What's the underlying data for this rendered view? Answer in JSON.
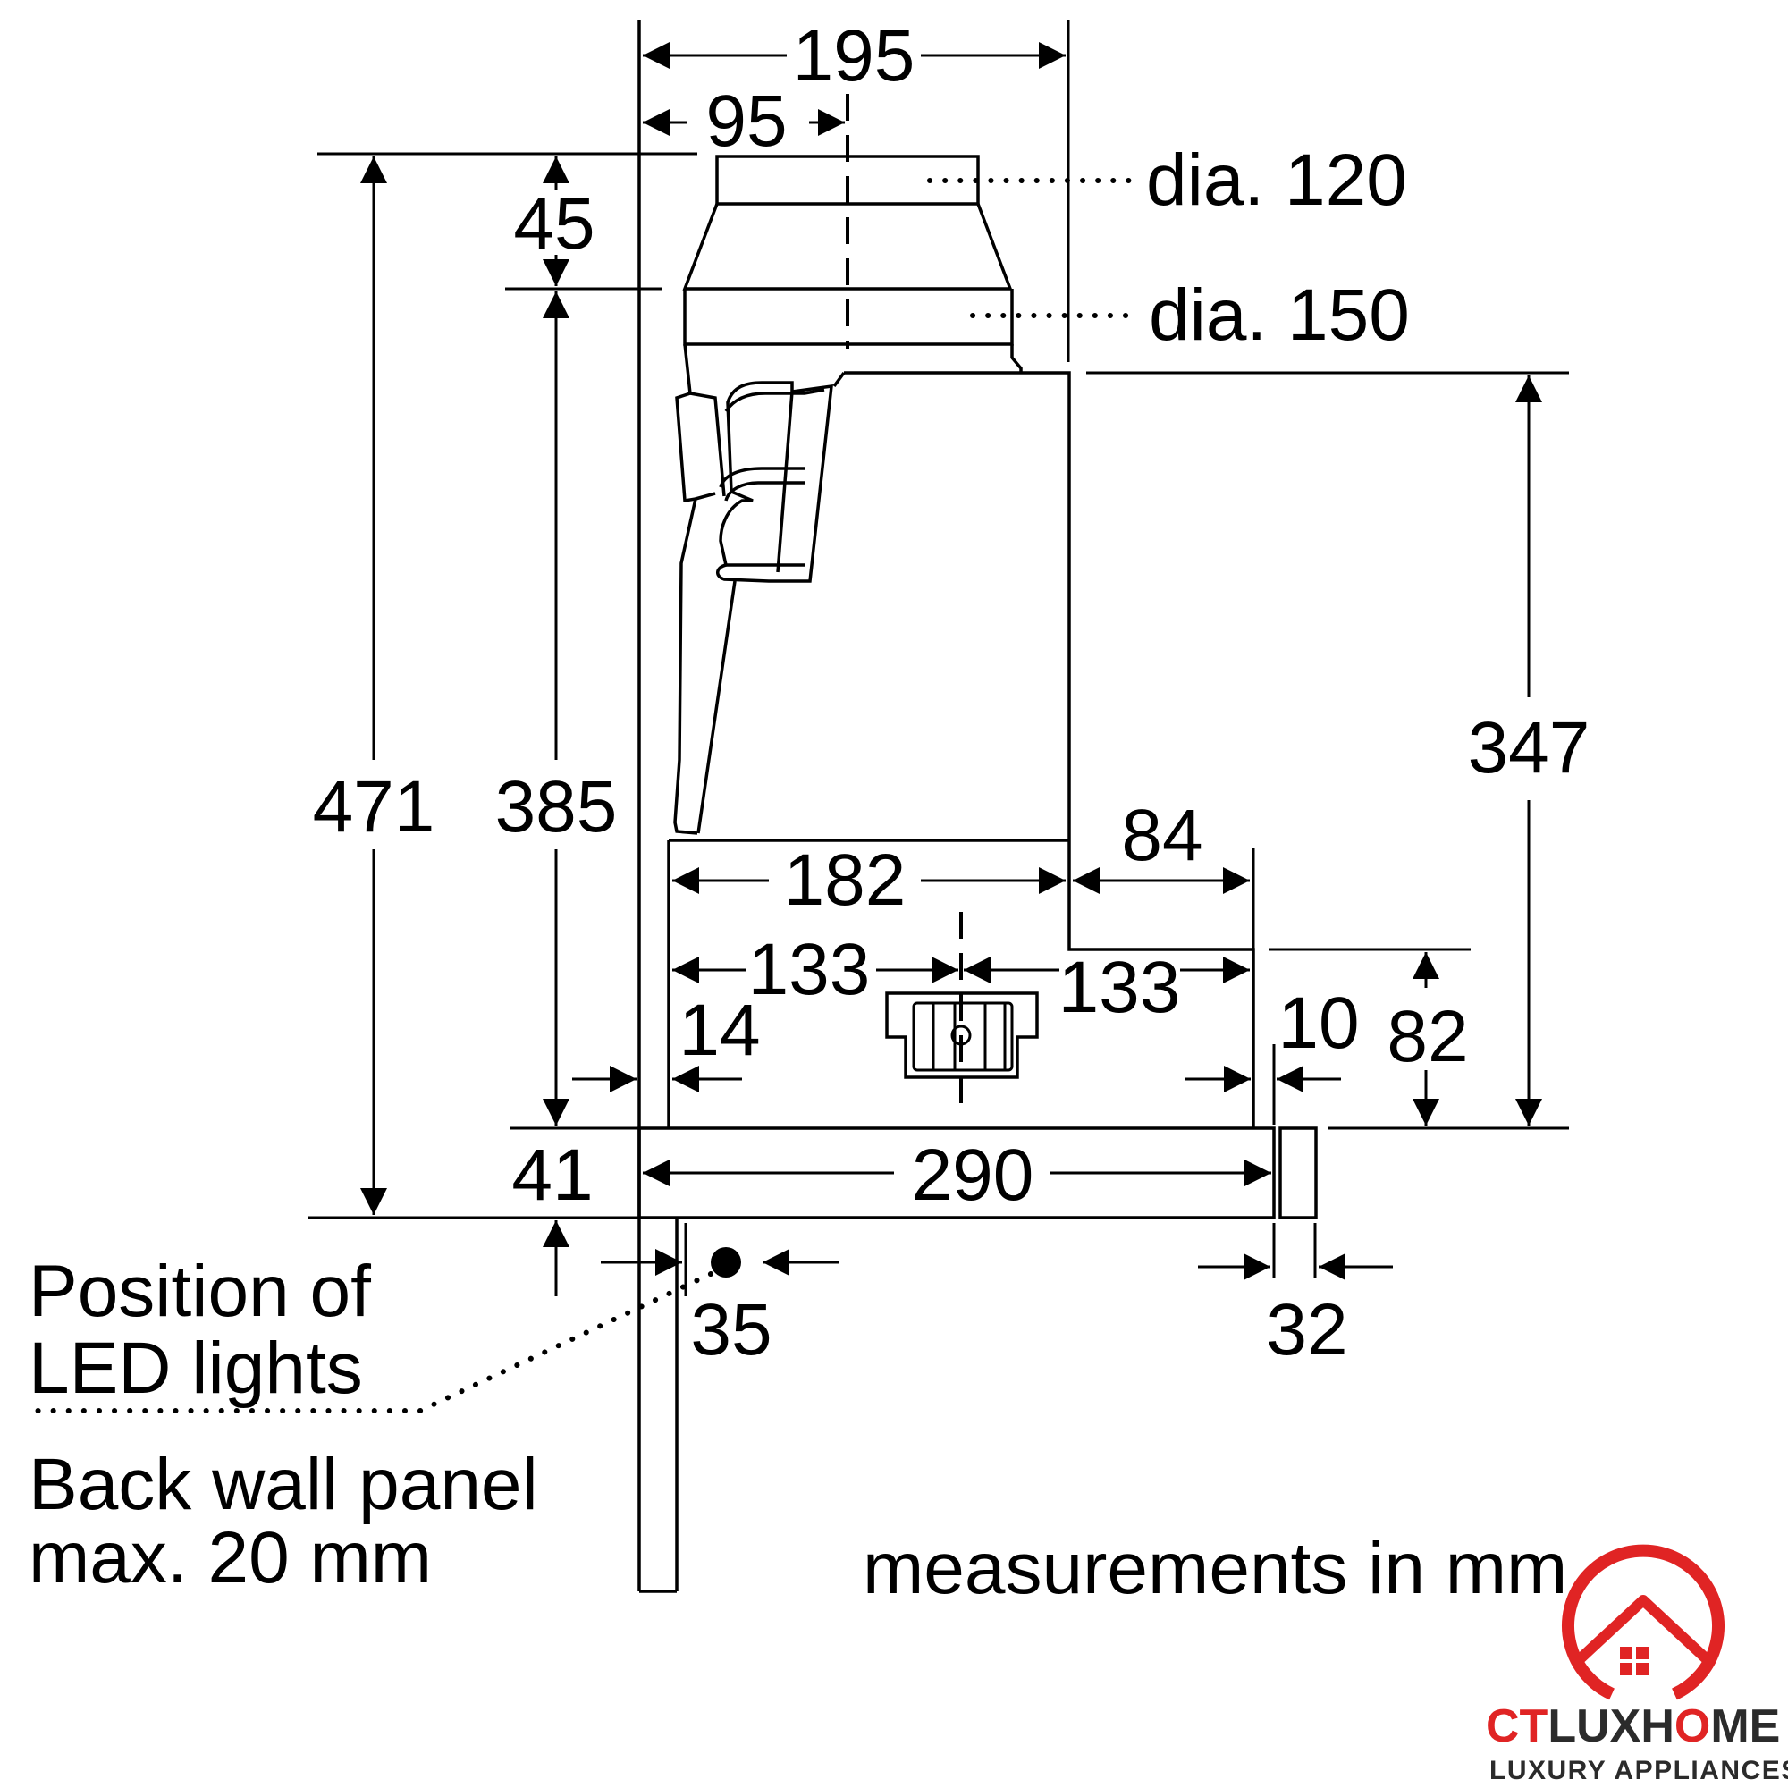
{
  "dimensions": {
    "d195": "195",
    "d95": "95",
    "d45": "45",
    "d471": "471",
    "d385": "385",
    "d347": "347",
    "d84": "84",
    "d182": "182",
    "d133_left": "133",
    "d133_right": "133",
    "d14": "14",
    "d10": "10",
    "d82": "82",
    "d41": "41",
    "d290": "290",
    "d35": "35",
    "d32": "32"
  },
  "labels": {
    "dia120": "dia. 120",
    "dia150": "dia. 150",
    "led_line1": "Position of",
    "led_line2": "LED lights",
    "panel_line1": "Back wall panel",
    "panel_line2": "max. 20 mm",
    "units": "measurements in mm"
  },
  "brand": {
    "name_a": "CT",
    "name_b": "LUXH",
    "name_c": "ME",
    "tagline": "LUXURY APPLIANCES",
    "accent_color": "#e02424",
    "dark_color": "#2b2b2b"
  }
}
